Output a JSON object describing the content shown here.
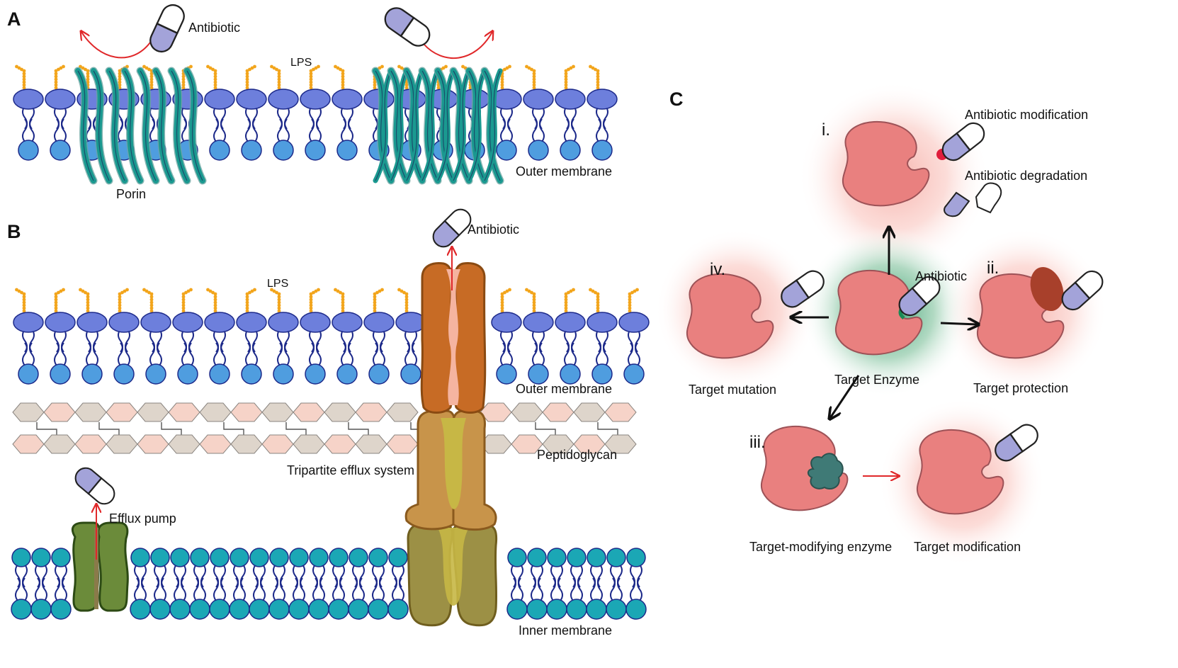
{
  "panels": {
    "a": {
      "letter": "A",
      "antibiotic_label": "Antibiotic",
      "lps_label": "LPS",
      "porin_label": "Porin",
      "outer_membrane_label": "Outer membrane"
    },
    "b": {
      "letter": "B",
      "antibiotic_label": "Antibiotic",
      "lps_label": "LPS",
      "outer_membrane_label": "Outer membrane",
      "peptidoglycan_label": "Peptidoglycan",
      "tripartite_label": "Tripartite efflux system",
      "efflux_pump_label": "Efflux pump",
      "inner_membrane_label": "Inner membrane"
    },
    "c": {
      "letter": "C",
      "center": {
        "label": "Target Enzyme",
        "antibiotic_label": "Antibiotic"
      },
      "i": {
        "numeral": "i.",
        "modification_label": "Antibiotic modification",
        "degradation_label": "Antibiotic degradation"
      },
      "ii": {
        "numeral": "ii.",
        "label": "Target protection"
      },
      "iii": {
        "numeral": "iii.",
        "enzyme_label": "Target-modifying enzyme",
        "modification_label": "Target modification"
      },
      "iv": {
        "numeral": "iv.",
        "label": "Target mutation"
      }
    }
  },
  "colors": {
    "lps_chain": "#f2a51c",
    "lipid_head_outer": "#6d7fdc",
    "lipid_head_inner_outer": "#4f9ddf",
    "lipid_head_inner": "#1ba7b5",
    "lipid_stroke": "#1d2a8a",
    "porin": "#1a9990",
    "porin_shadow": "#6aa5a1",
    "pill_purple": "#a3a3d9",
    "red_arrow": "#e0282a",
    "enzyme": "#e9807f",
    "enzyme_stroke": "#9d5257",
    "efflux_green": "#6b8b3a",
    "tripartite_outer": "#c76b25",
    "tripartite_inner_pink": "#f5b4a0",
    "tripartite_mid": "#c8944a",
    "tripartite_mid_inner": "#c7b745",
    "tripartite_bottom": "#9c9045",
    "peptidoglycan_a": "#ded5cb",
    "peptidoglycan_b": "#f6d3c8",
    "target_protection_dark": "#a8402b",
    "modifying_enzyme": "#3f7a76"
  }
}
